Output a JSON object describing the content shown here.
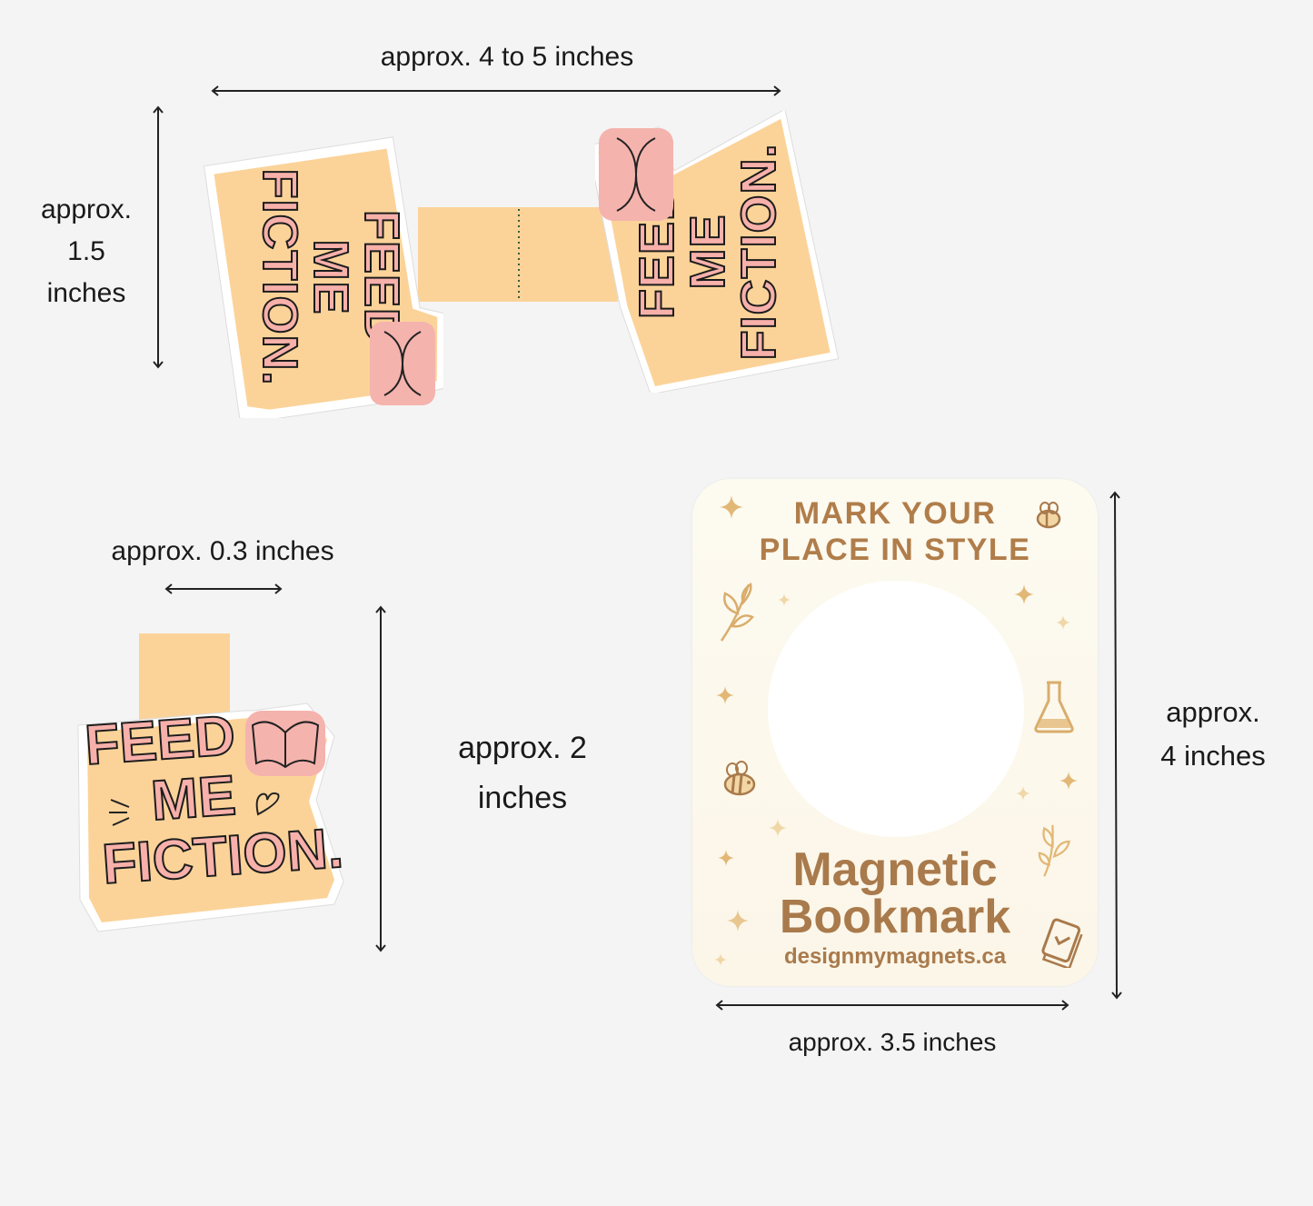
{
  "dimensions": {
    "top_width": "approx. 4 to 5 inches",
    "top_height": [
      "approx.",
      "1.5",
      "inches"
    ],
    "tab_width": "approx. 0.3 inches",
    "single_height": [
      "approx. 2",
      "inches"
    ],
    "card_height": [
      "approx.",
      "4 inches"
    ],
    "card_width": "approx. 3.5 inches"
  },
  "sticker": {
    "lines": [
      "FEED",
      "ME",
      "FICTION."
    ],
    "fill_color": "#f7b0aa",
    "outline_color": "#1c1c1c",
    "background_color": "#fbd399",
    "icons": [
      "open-book-icon",
      "heart-icon",
      "burst-lines-icon"
    ]
  },
  "backing_card": {
    "headline": [
      "MARK YOUR",
      "PLACE IN STYLE"
    ],
    "title": [
      "Magnetic",
      "Bookmark"
    ],
    "url": "designmymagnets.ca",
    "text_color": "#a97a4c",
    "background_color": "#fdfaf0",
    "icons": [
      "sparkle-icon",
      "bee-icon",
      "leaf-icon",
      "flask-icon",
      "book-icon"
    ]
  },
  "colors": {
    "page_background": "#f4f4f4",
    "strip": "#fbd399",
    "fold_line": "#3c5a3a"
  }
}
